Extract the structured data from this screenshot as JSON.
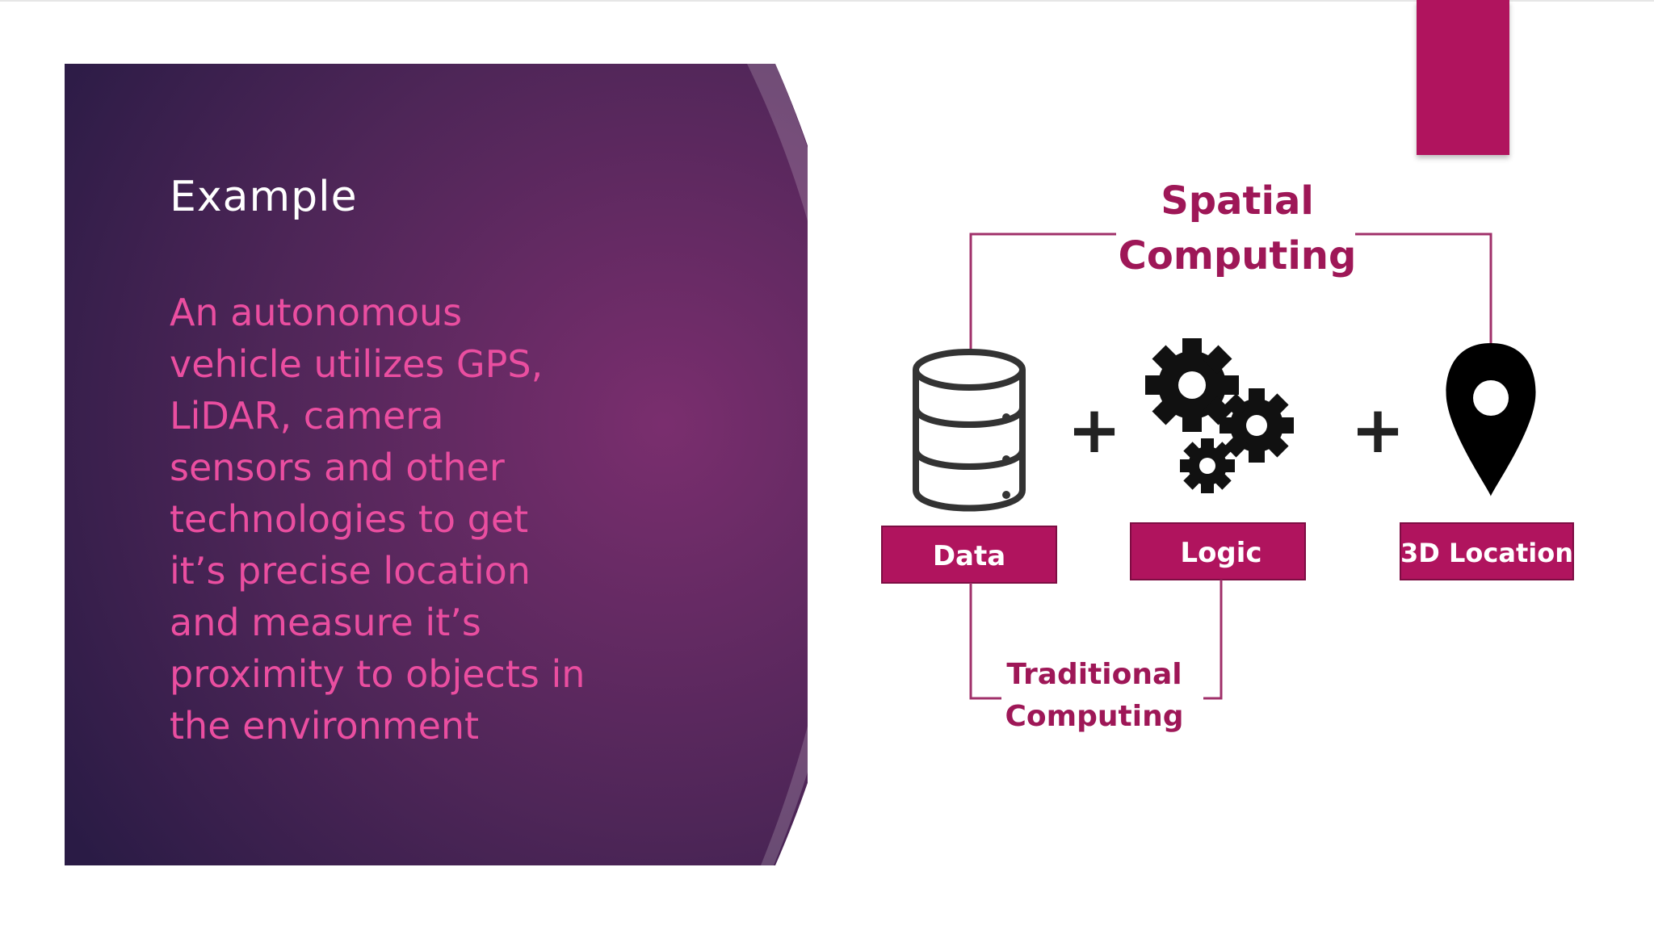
{
  "slide": {
    "heading": "Example",
    "body": "An autonomous vehicle utilizes GPS, LiDAR, camera sensors and other technologies to get it’s precise location and measure it’s proximity to objects in the environment"
  },
  "diagram": {
    "top_label_line1": "Spatial",
    "top_label_line2": "Computing",
    "bottom_label_line1": "Traditional",
    "bottom_label_line2": "Computing",
    "plus_sign": "+",
    "boxes": {
      "data": "Data",
      "logic": "Logic",
      "location": "3D Location"
    },
    "icons": [
      "database-icon",
      "gears-icon",
      "map-pin-icon"
    ]
  },
  "colors": {
    "accent": "#b0145e",
    "panel_dark": "#2e1d4a",
    "panel_mid": "#6b2c66",
    "body_text": "#ea4ea0",
    "diagram_label": "#9e1757",
    "bracket": "#a0306a"
  }
}
